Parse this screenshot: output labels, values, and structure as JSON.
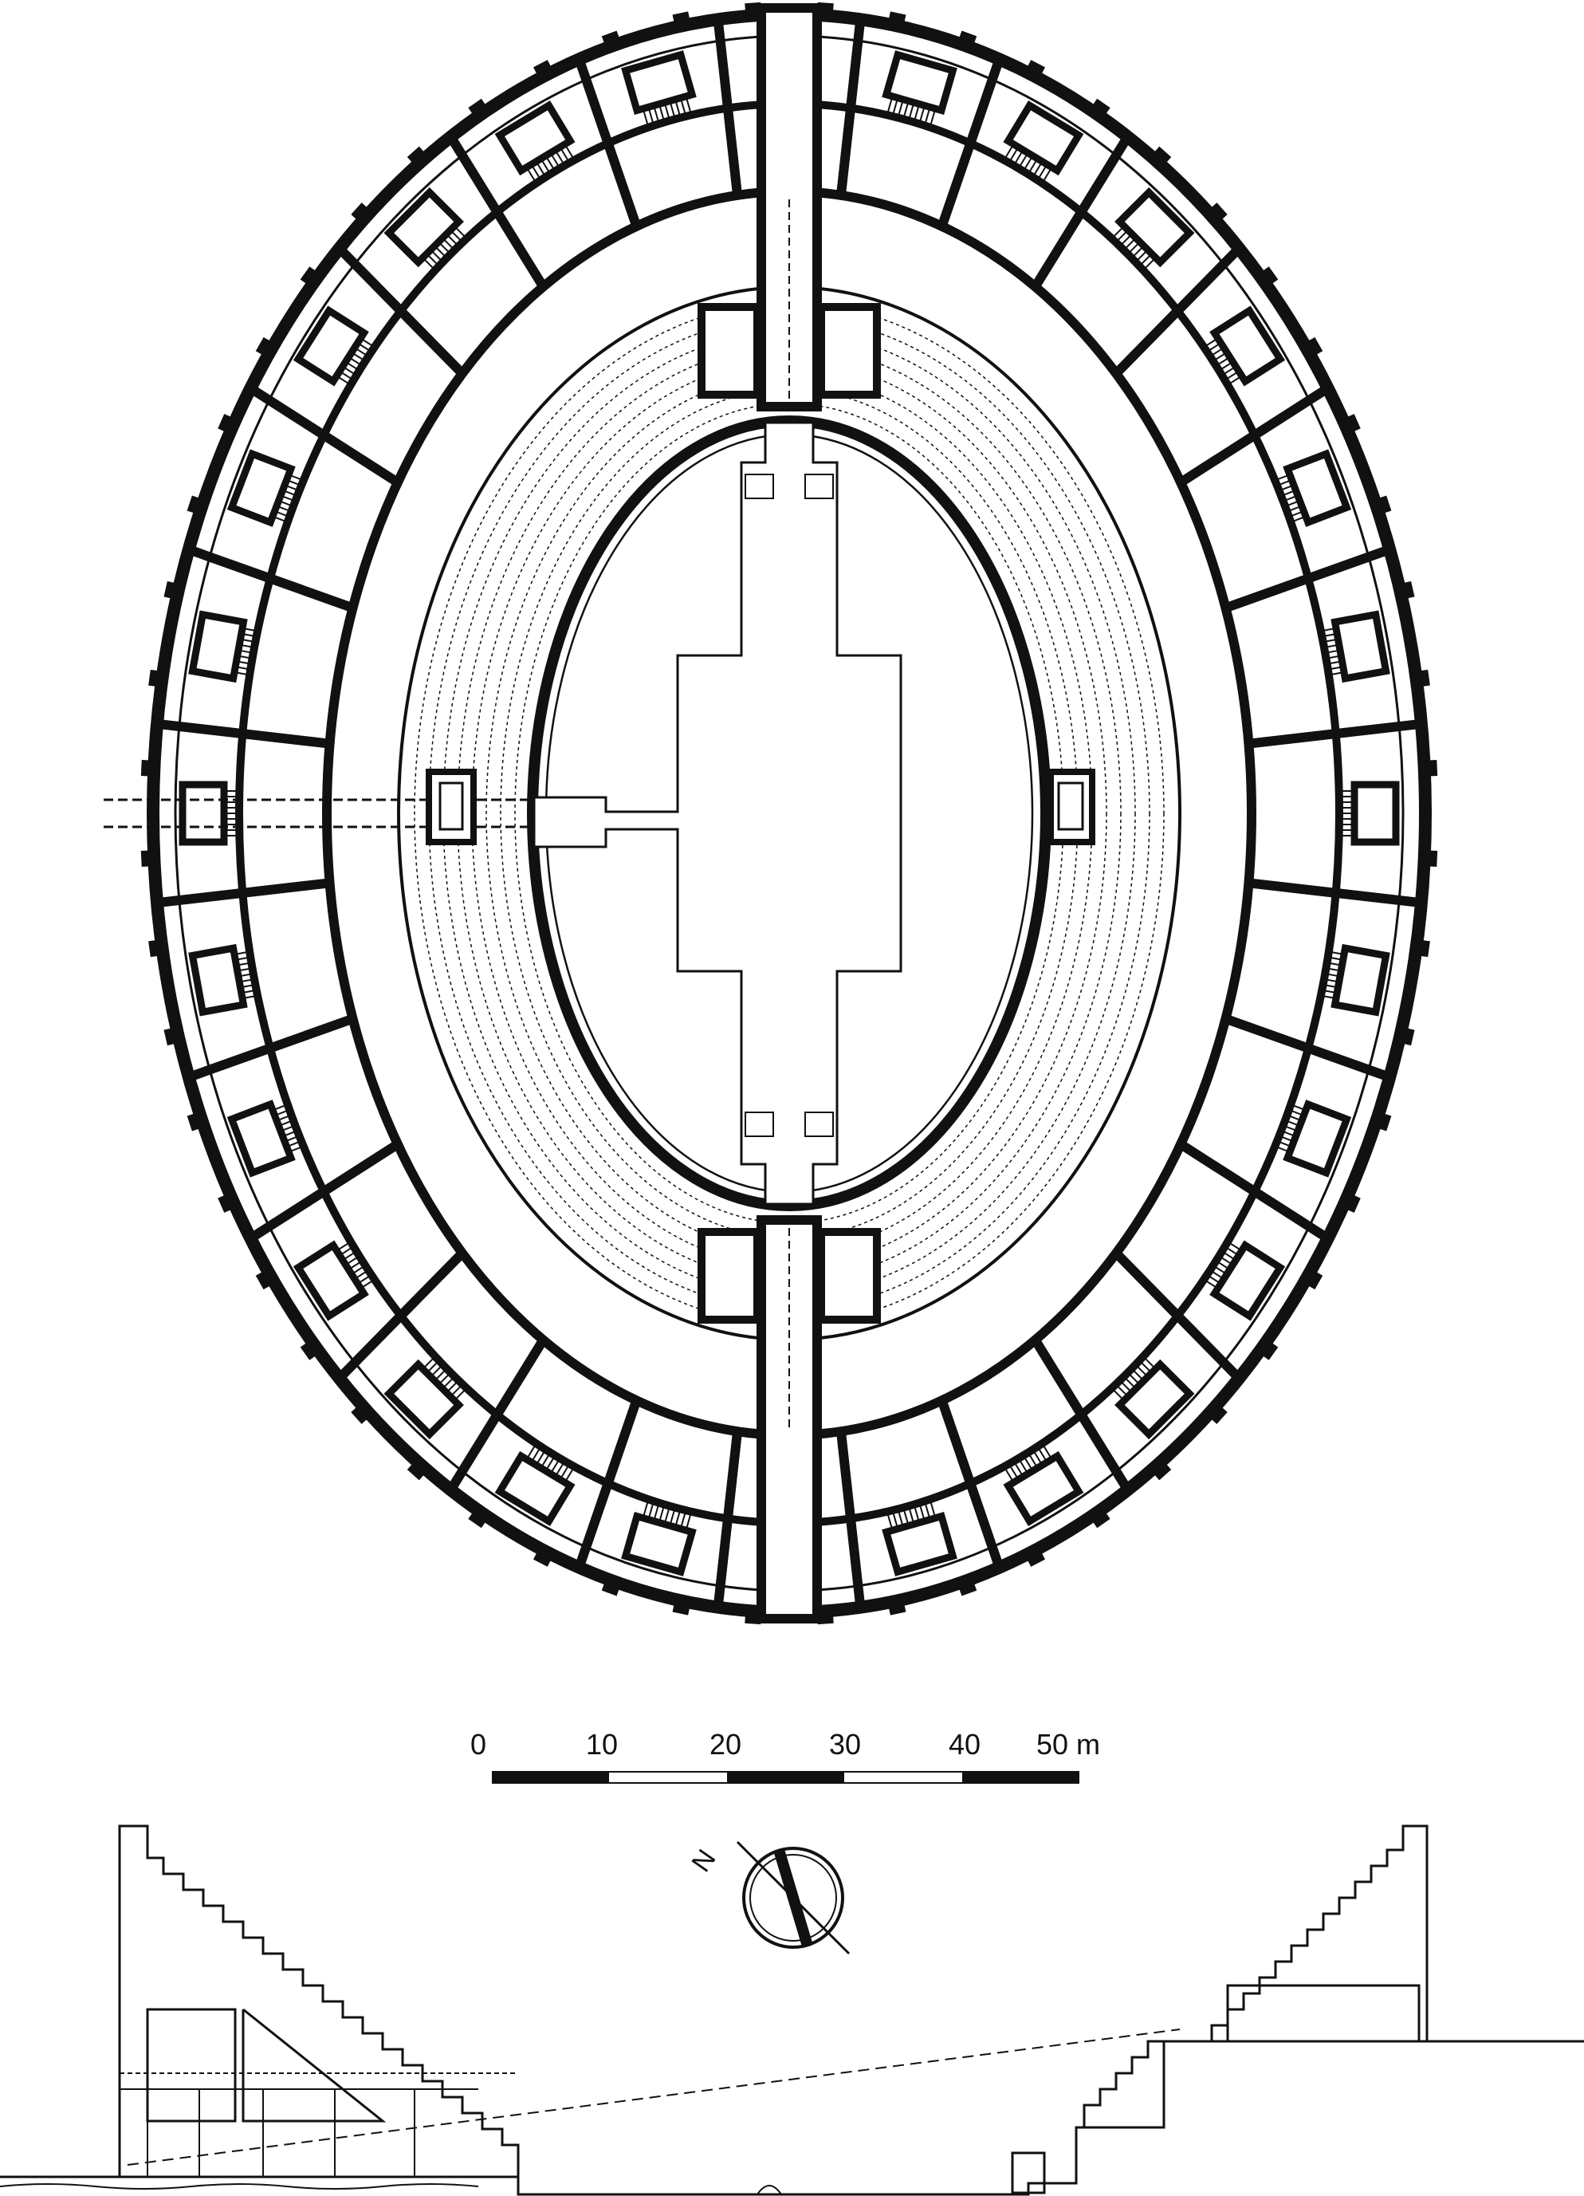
{
  "scale": {
    "labels": [
      "0",
      "10",
      "20",
      "30",
      "40",
      "50 m"
    ]
  },
  "north_arrow": {
    "label": "N"
  },
  "plan": {
    "radial_wall_count": 28
  },
  "icons": {
    "north_arrow": "north-arrow-icon"
  }
}
